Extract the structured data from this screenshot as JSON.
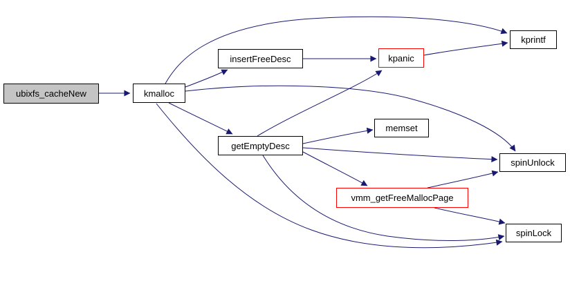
{
  "diagram": {
    "type": "call-graph",
    "colors": {
      "background": "#ffffff",
      "edge": "#191970",
      "node_border": "#000000",
      "highlight_border": "#ff0000",
      "root_fill": "#c4c4c4",
      "node_fill": "#ffffff"
    },
    "nodes": [
      {
        "id": "ubixfs_cacheNew",
        "label": "ubixfs_cacheNew",
        "style": "root"
      },
      {
        "id": "kmalloc",
        "label": "kmalloc",
        "style": "normal"
      },
      {
        "id": "insertFreeDesc",
        "label": "insertFreeDesc",
        "style": "normal"
      },
      {
        "id": "kpanic",
        "label": "kpanic",
        "style": "red"
      },
      {
        "id": "kprintf",
        "label": "kprintf",
        "style": "normal"
      },
      {
        "id": "getEmptyDesc",
        "label": "getEmptyDesc",
        "style": "normal"
      },
      {
        "id": "memset",
        "label": "memset",
        "style": "normal"
      },
      {
        "id": "spinUnlock",
        "label": "spinUnlock",
        "style": "normal"
      },
      {
        "id": "vmm_getFreeMallocPage",
        "label": "vmm_getFreeMallocPage",
        "style": "red"
      },
      {
        "id": "spinLock",
        "label": "spinLock",
        "style": "normal"
      }
    ],
    "edges": [
      {
        "from": "ubixfs_cacheNew",
        "to": "kmalloc"
      },
      {
        "from": "kmalloc",
        "to": "insertFreeDesc"
      },
      {
        "from": "kmalloc",
        "to": "kprintf"
      },
      {
        "from": "kmalloc",
        "to": "getEmptyDesc"
      },
      {
        "from": "kmalloc",
        "to": "spinUnlock"
      },
      {
        "from": "kmalloc",
        "to": "spinLock"
      },
      {
        "from": "insertFreeDesc",
        "to": "kpanic"
      },
      {
        "from": "kpanic",
        "to": "kprintf"
      },
      {
        "from": "getEmptyDesc",
        "to": "kpanic"
      },
      {
        "from": "getEmptyDesc",
        "to": "memset"
      },
      {
        "from": "getEmptyDesc",
        "to": "spinUnlock"
      },
      {
        "from": "getEmptyDesc",
        "to": "vmm_getFreeMallocPage"
      },
      {
        "from": "getEmptyDesc",
        "to": "spinLock"
      },
      {
        "from": "vmm_getFreeMallocPage",
        "to": "spinUnlock"
      },
      {
        "from": "vmm_getFreeMallocPage",
        "to": "spinLock"
      }
    ]
  }
}
